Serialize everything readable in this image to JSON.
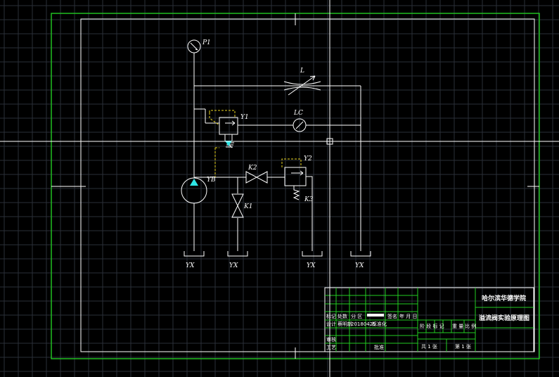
{
  "labels": {
    "p1": "P1",
    "l": "L",
    "lc": "LC",
    "y1": "Y1",
    "y2": "Y2",
    "yb": "YB",
    "k1": "K1",
    "k2": "K2",
    "k3": "K3",
    "tank1": "YX",
    "tank2": "YX",
    "tank3": "YX",
    "tank4": "YX"
  },
  "title_block": {
    "school": "哈尔滨华德学院",
    "drawing_title": "溢流阀实验原理图",
    "row_mark": "标记",
    "row_count": "处数",
    "row_zone": "分 区",
    "row_sign": "签名",
    "row_date": "年 月 日",
    "row_design": "设计",
    "designer": "蔡明新",
    "design_date": "20180425",
    "standardize": "标准化",
    "stage_mark": "阶 段 标 记",
    "weight": "重 量",
    "scale": "比 例",
    "review": "审核",
    "process": "工艺",
    "approve": "批准",
    "sheets_total": "共 1 张",
    "sheet_no": "第 1 张"
  },
  "colors": {
    "background": "#000000",
    "frame": "#22cc22",
    "line": "#ffffff",
    "pilot": "#e6d21e",
    "accent": "#2ee6e6",
    "grid": "#2a2f38"
  }
}
